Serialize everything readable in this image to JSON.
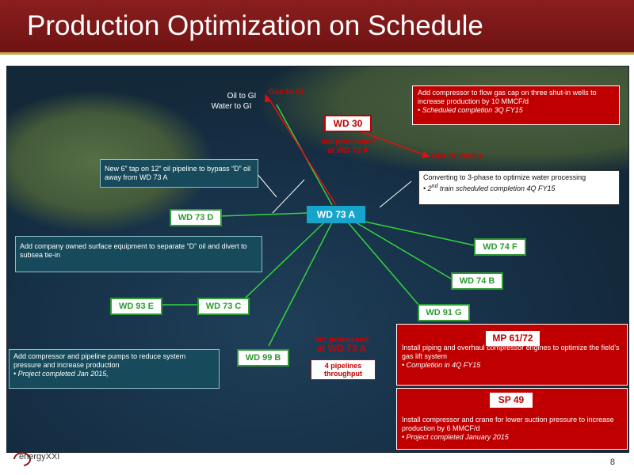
{
  "header": {
    "title": "Production Optimization on Schedule"
  },
  "map": {
    "hub": "WD 73 A",
    "nodes": {
      "wd30": "WD 30",
      "wd73d": "WD 73 D",
      "wd74f": "WD 74 F",
      "wd74b": "WD 74 B",
      "wd93e": "WD 93 E",
      "wd73c": "WD 73 C",
      "wd91g": "WD 91 G",
      "wd99b": "WD 99 B"
    },
    "labels": {
      "oil_to_gi": "Oil to GI",
      "water_to_gi": "Water to GI",
      "gas_to_gi": "Gas to GI",
      "gas_to_venice": "Gas to Venice",
      "not_processed_top": [
        "not processed",
        "at WD 73 A"
      ],
      "not_processed_bottom": [
        "not processed",
        "at WD 73 A"
      ],
      "pipelines": [
        "4 pipelines",
        "throughput"
      ]
    },
    "callouts": {
      "tap": "New 6” tap on 12” oil pipeline to bypass “D” oil away from WD 73 A",
      "surface": "Add company owned surface equipment to separate “D” oil and divert to subsea tie-in",
      "compressor_pumps": "Add compressor and pipeline pumps to reduce system pressure and increase production",
      "compressor_pumps_bullet": "Project completed Jan 2015,",
      "three_phase": "Converting to 3-phase to optimize water processing",
      "three_phase_bullet_sup": "nd",
      "three_phase_bullet_pre": "2",
      "three_phase_bullet_post": " train scheduled completion 4Q FY15",
      "gas_cap": "Add compressor to flow gas cap on three shut-in wells to increase production by 10 MMCF/d",
      "gas_cap_bullet": "Scheduled completion 3Q FY15"
    },
    "mp": {
      "title": "MP 61/72",
      "text": "Install piping and overhaul compressor engines to optimize the field’s gas lift system",
      "bullet": "Completion in 4Q FY15"
    },
    "sp": {
      "title": "SP 49",
      "text": "Install compressor and crane for lower suction pressure to increase production by 6 MMCF/d",
      "bullet": "Project completed January 2015"
    }
  },
  "footer": {
    "logo_text": "energyXXI",
    "page_number": "8"
  },
  "colors": {
    "header": "#7a1717",
    "accent": "#c9a24a",
    "green": "#2e9a36",
    "red": "#c00000",
    "hub": "#17a4cc"
  }
}
